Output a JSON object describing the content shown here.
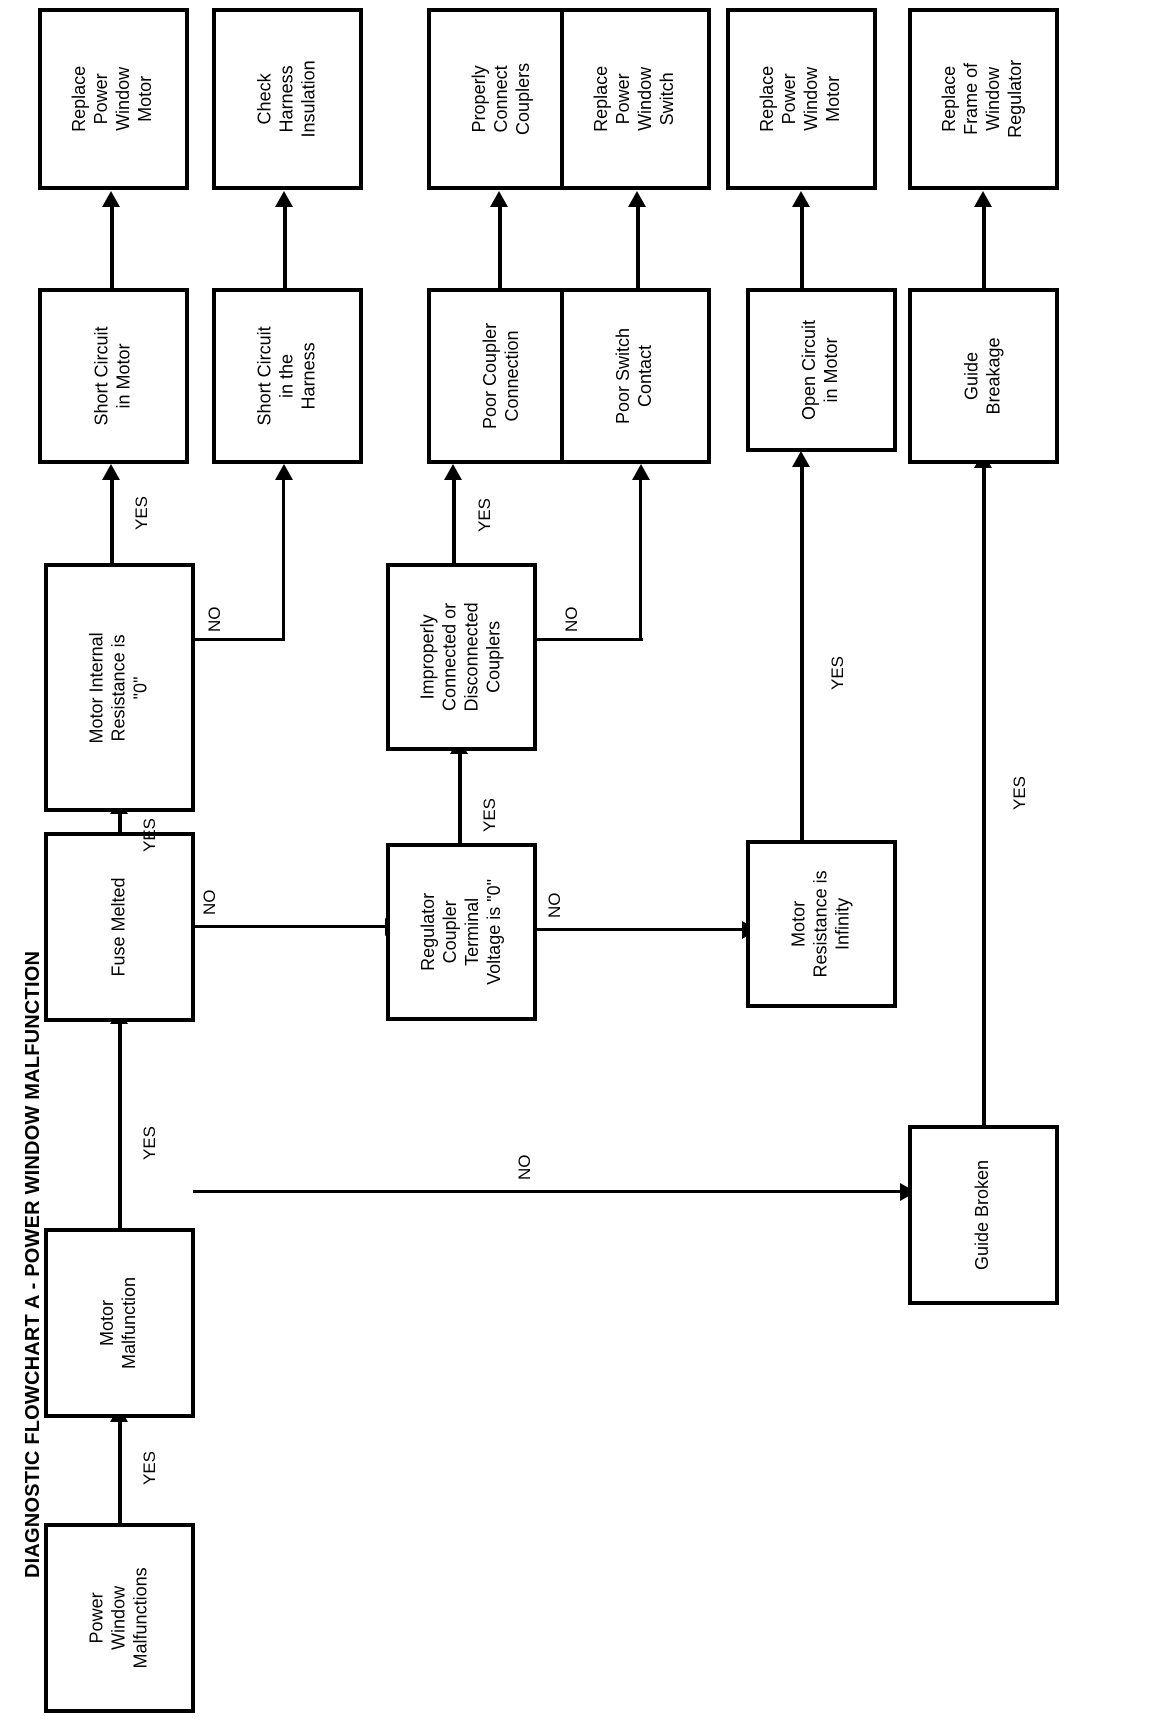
{
  "title": "DIAGNOSTIC FLOWCHART A - POWER WINDOW MALFUNCTION",
  "orientation": "rotated-90-ccw",
  "nodes": [
    {
      "id": "power-window-malfunctions",
      "label": "Power\nWindow\nMalfunctions"
    },
    {
      "id": "motor-malfunction",
      "label": "Motor\nMalfunction"
    },
    {
      "id": "fuse-melted",
      "label": "Fuse Melted"
    },
    {
      "id": "motor-internal-resistance",
      "label": "Motor Internal\nResistance is\n\"0\""
    },
    {
      "id": "short-circuit-in-motor",
      "label": "Short Circuit\nin Motor"
    },
    {
      "id": "replace-power-window-motor-1",
      "label": "Replace\nPower\nWindow\nMotor"
    },
    {
      "id": "short-circuit-in-the-harness",
      "label": "Short Circuit\nin the\nHarness"
    },
    {
      "id": "check-harness-insulation",
      "label": "Check\nHarness\nInsulation"
    },
    {
      "id": "regulator-coupler-terminal-voltage",
      "label": "Regulator\nCoupler\nTerminal\nVoltage is \"0\""
    },
    {
      "id": "improperly-connected-couplers",
      "label": "Improperly\nConnected or\nDisconnected\nCouplers"
    },
    {
      "id": "poor-coupler-connection",
      "label": "Poor Coupler\nConnection"
    },
    {
      "id": "properly-connect-couplers",
      "label": "Properly\nConnect\nCouplers"
    },
    {
      "id": "poor-switch-contact",
      "label": "Poor Switch\nContact"
    },
    {
      "id": "replace-power-window-switch",
      "label": "Replace\nPower\nWindow\nSwitch"
    },
    {
      "id": "motor-resistance-is-infinity",
      "label": "Motor\nResistance is\nInfinity"
    },
    {
      "id": "open-circuit-in-motor",
      "label": "Open Circuit\nin Motor"
    },
    {
      "id": "replace-power-window-motor-2",
      "label": "Replace\nPower\nWindow\nMotor"
    },
    {
      "id": "guide-broken",
      "label": "Guide Broken"
    },
    {
      "id": "guide-breakage",
      "label": "Guide\nBreakage"
    },
    {
      "id": "replace-frame-of-window-regulator",
      "label": "Replace\nFrame of\nWindow\nRegulator"
    }
  ],
  "edges": [
    {
      "id": "e-pwm-mm",
      "from": "power-window-malfunctions",
      "to": "motor-malfunction",
      "label": "YES"
    },
    {
      "id": "e-mm-fuse",
      "from": "motor-malfunction",
      "to": "fuse-melted",
      "label": "YES"
    },
    {
      "id": "e-mm-guidebroken",
      "from": "motor-malfunction",
      "to": "guide-broken",
      "label": "NO"
    },
    {
      "id": "e-fuse-mir",
      "from": "fuse-melted",
      "to": "motor-internal-resistance",
      "label": "YES"
    },
    {
      "id": "e-fuse-rctv",
      "from": "fuse-melted",
      "to": "regulator-coupler-terminal-voltage",
      "label": "NO"
    },
    {
      "id": "e-mir-scm",
      "from": "motor-internal-resistance",
      "to": "short-circuit-in-motor",
      "label": "YES"
    },
    {
      "id": "e-mir-scih",
      "from": "motor-internal-resistance",
      "to": "short-circuit-in-the-harness",
      "label": "NO"
    },
    {
      "id": "e-scm-rpwm",
      "from": "short-circuit-in-motor",
      "to": "replace-power-window-motor-1",
      "label": ""
    },
    {
      "id": "e-scih-chi",
      "from": "short-circuit-in-the-harness",
      "to": "check-harness-insulation",
      "label": ""
    },
    {
      "id": "e-rctv-icc",
      "from": "regulator-coupler-terminal-voltage",
      "to": "improperly-connected-couplers",
      "label": "YES"
    },
    {
      "id": "e-rctv-mri",
      "from": "regulator-coupler-terminal-voltage",
      "to": "motor-resistance-is-infinity",
      "label": "NO"
    },
    {
      "id": "e-icc-pcc",
      "from": "improperly-connected-couplers",
      "to": "poor-coupler-connection",
      "label": "YES"
    },
    {
      "id": "e-icc-psc",
      "from": "improperly-connected-couplers",
      "to": "poor-switch-contact",
      "label": "NO"
    },
    {
      "id": "e-pcc-pconn",
      "from": "poor-coupler-connection",
      "to": "properly-connect-couplers",
      "label": ""
    },
    {
      "id": "e-psc-rpws",
      "from": "poor-switch-contact",
      "to": "replace-power-window-switch",
      "label": ""
    },
    {
      "id": "e-mri-ocm",
      "from": "motor-resistance-is-infinity",
      "to": "open-circuit-in-motor",
      "label": "YES"
    },
    {
      "id": "e-ocm-rpwm2",
      "from": "open-circuit-in-motor",
      "to": "replace-power-window-motor-2",
      "label": ""
    },
    {
      "id": "e-gb-gbreak",
      "from": "guide-broken",
      "to": "guide-breakage",
      "label": "YES"
    },
    {
      "id": "e-gbreak-rfwr",
      "from": "guide-breakage",
      "to": "replace-frame-of-window-regulator",
      "label": ""
    }
  ],
  "edge_labels": {
    "yes": "YES",
    "no": "NO"
  },
  "colors": {
    "stroke": "#000000",
    "background": "#ffffff",
    "text": "#000000"
  }
}
